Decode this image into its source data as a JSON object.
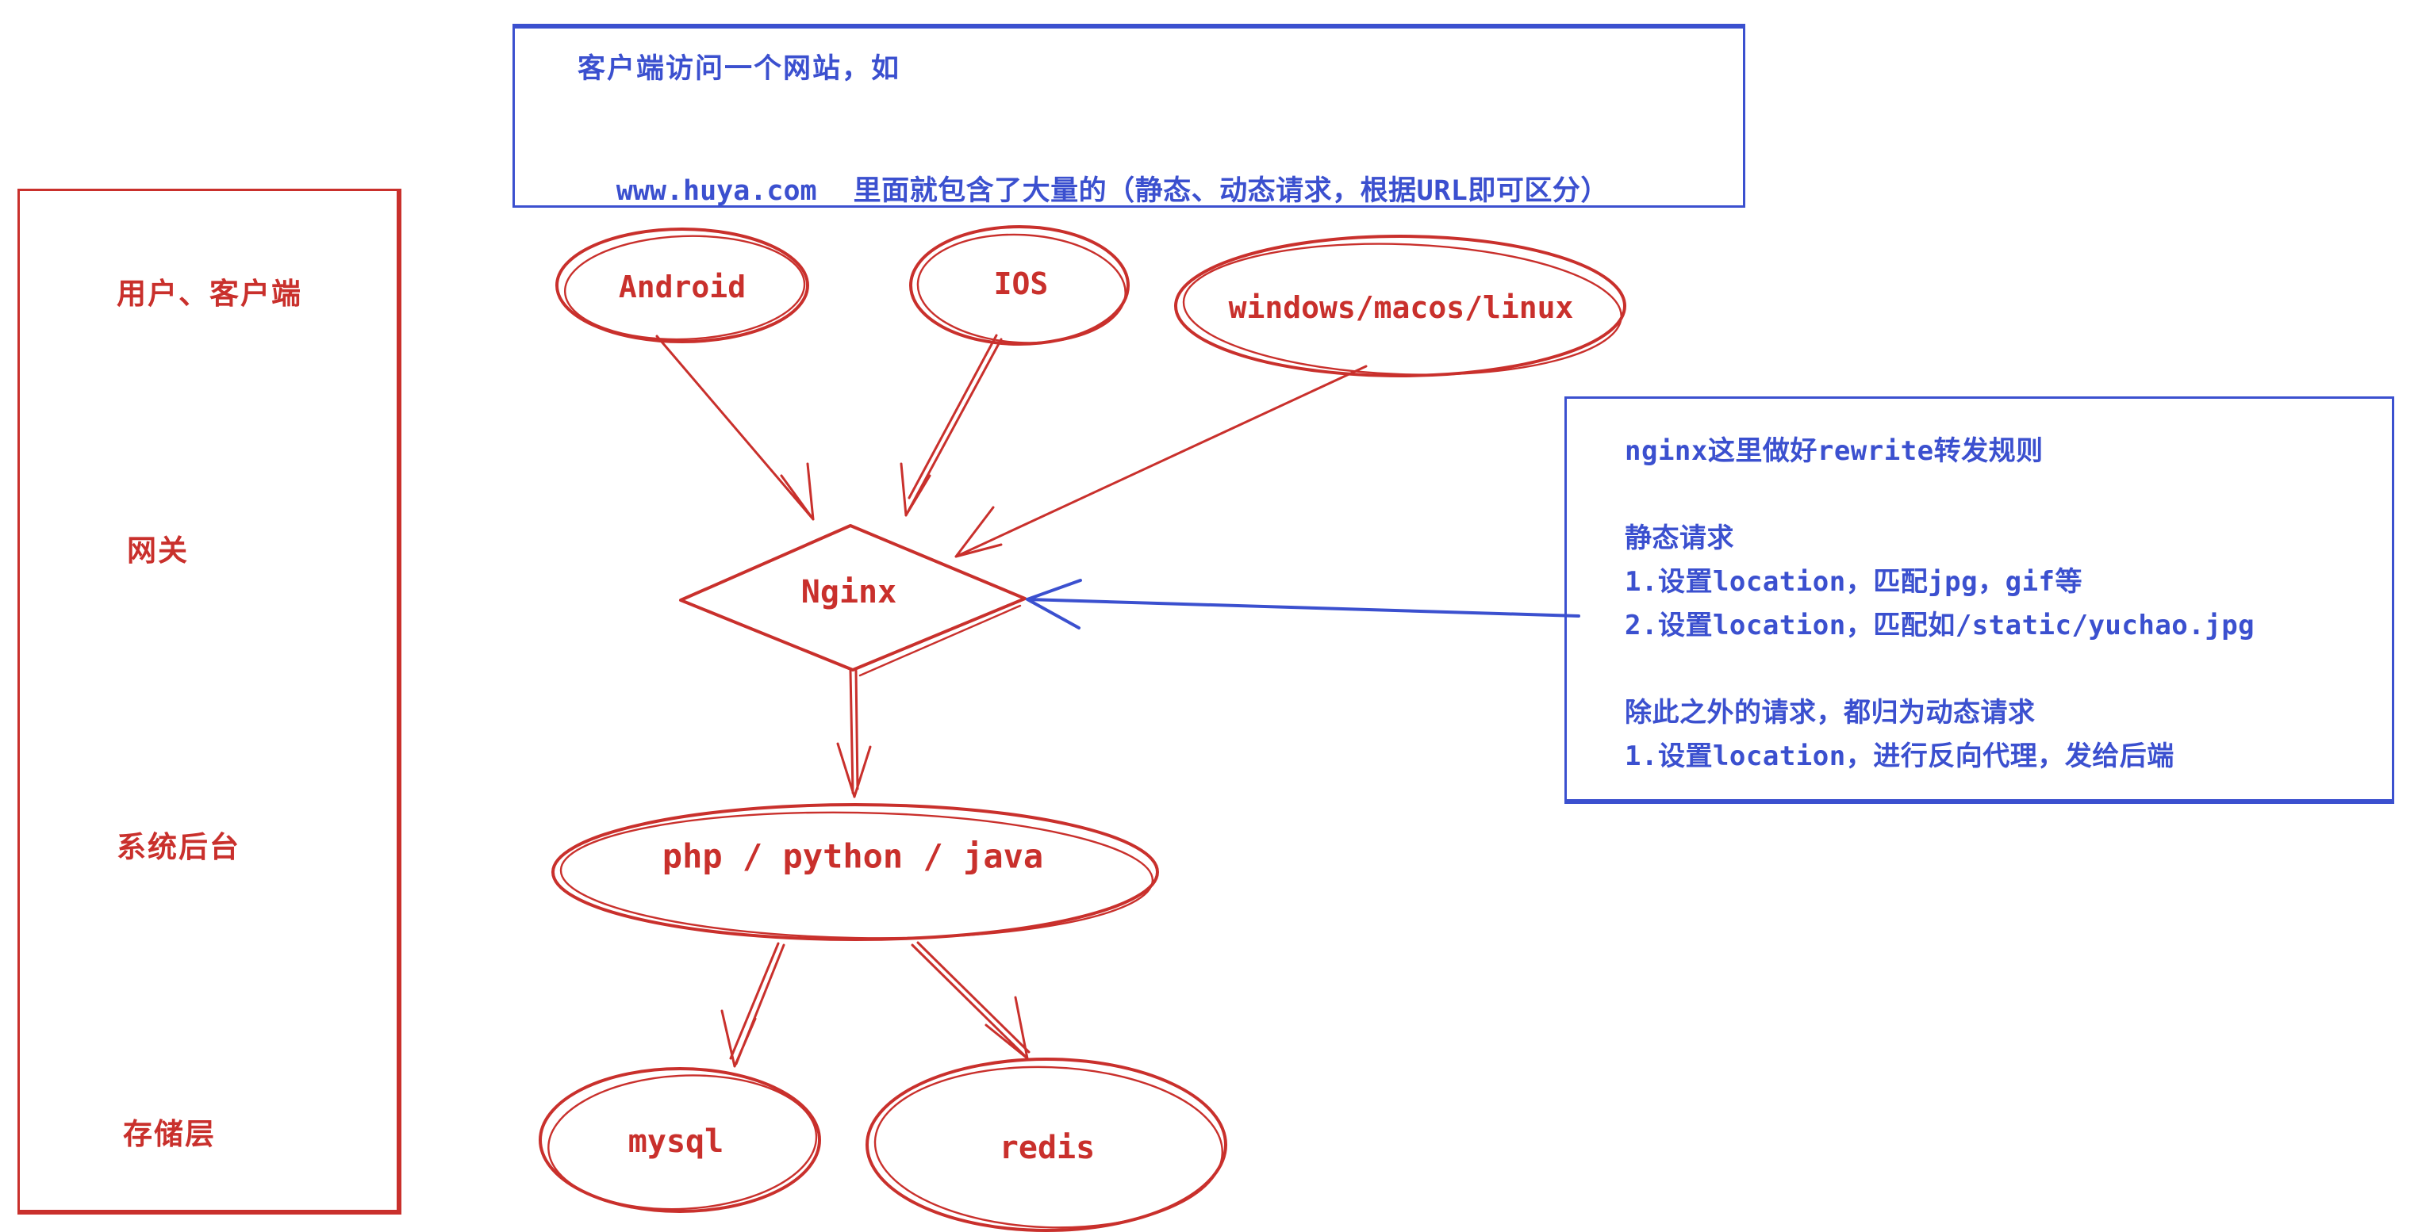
{
  "colors": {
    "red": "#c9302c",
    "blue": "#3b50cf"
  },
  "top_note": {
    "line1": "客户端访问一个网站，如",
    "url": "www.huya.com",
    "line2_rest": "里面就包含了大量的（静态、动态请求，根据URL即可区分）"
  },
  "lanes": {
    "items": [
      {
        "label": "用户、客户端"
      },
      {
        "label": "网关"
      },
      {
        "label": "系统后台"
      },
      {
        "label": "存储层"
      }
    ]
  },
  "nodes": {
    "android": {
      "label": "Android"
    },
    "ios": {
      "label": "IOS"
    },
    "desktop": {
      "label": "windows/macos/linux"
    },
    "nginx": {
      "label": "Nginx"
    },
    "backend": {
      "label": "php / python / java"
    },
    "mysql": {
      "label": "mysql"
    },
    "redis": {
      "label": "redis"
    }
  },
  "right_note": {
    "lines": [
      "nginx这里做好rewrite转发规则",
      "",
      "静态请求",
      "1.设置location，匹配jpg，gif等",
      "2.设置location，匹配如/static/yuchao.jpg",
      "",
      "除此之外的请求，都归为动态请求",
      "1.设置location，进行反向代理，发给后端"
    ]
  }
}
